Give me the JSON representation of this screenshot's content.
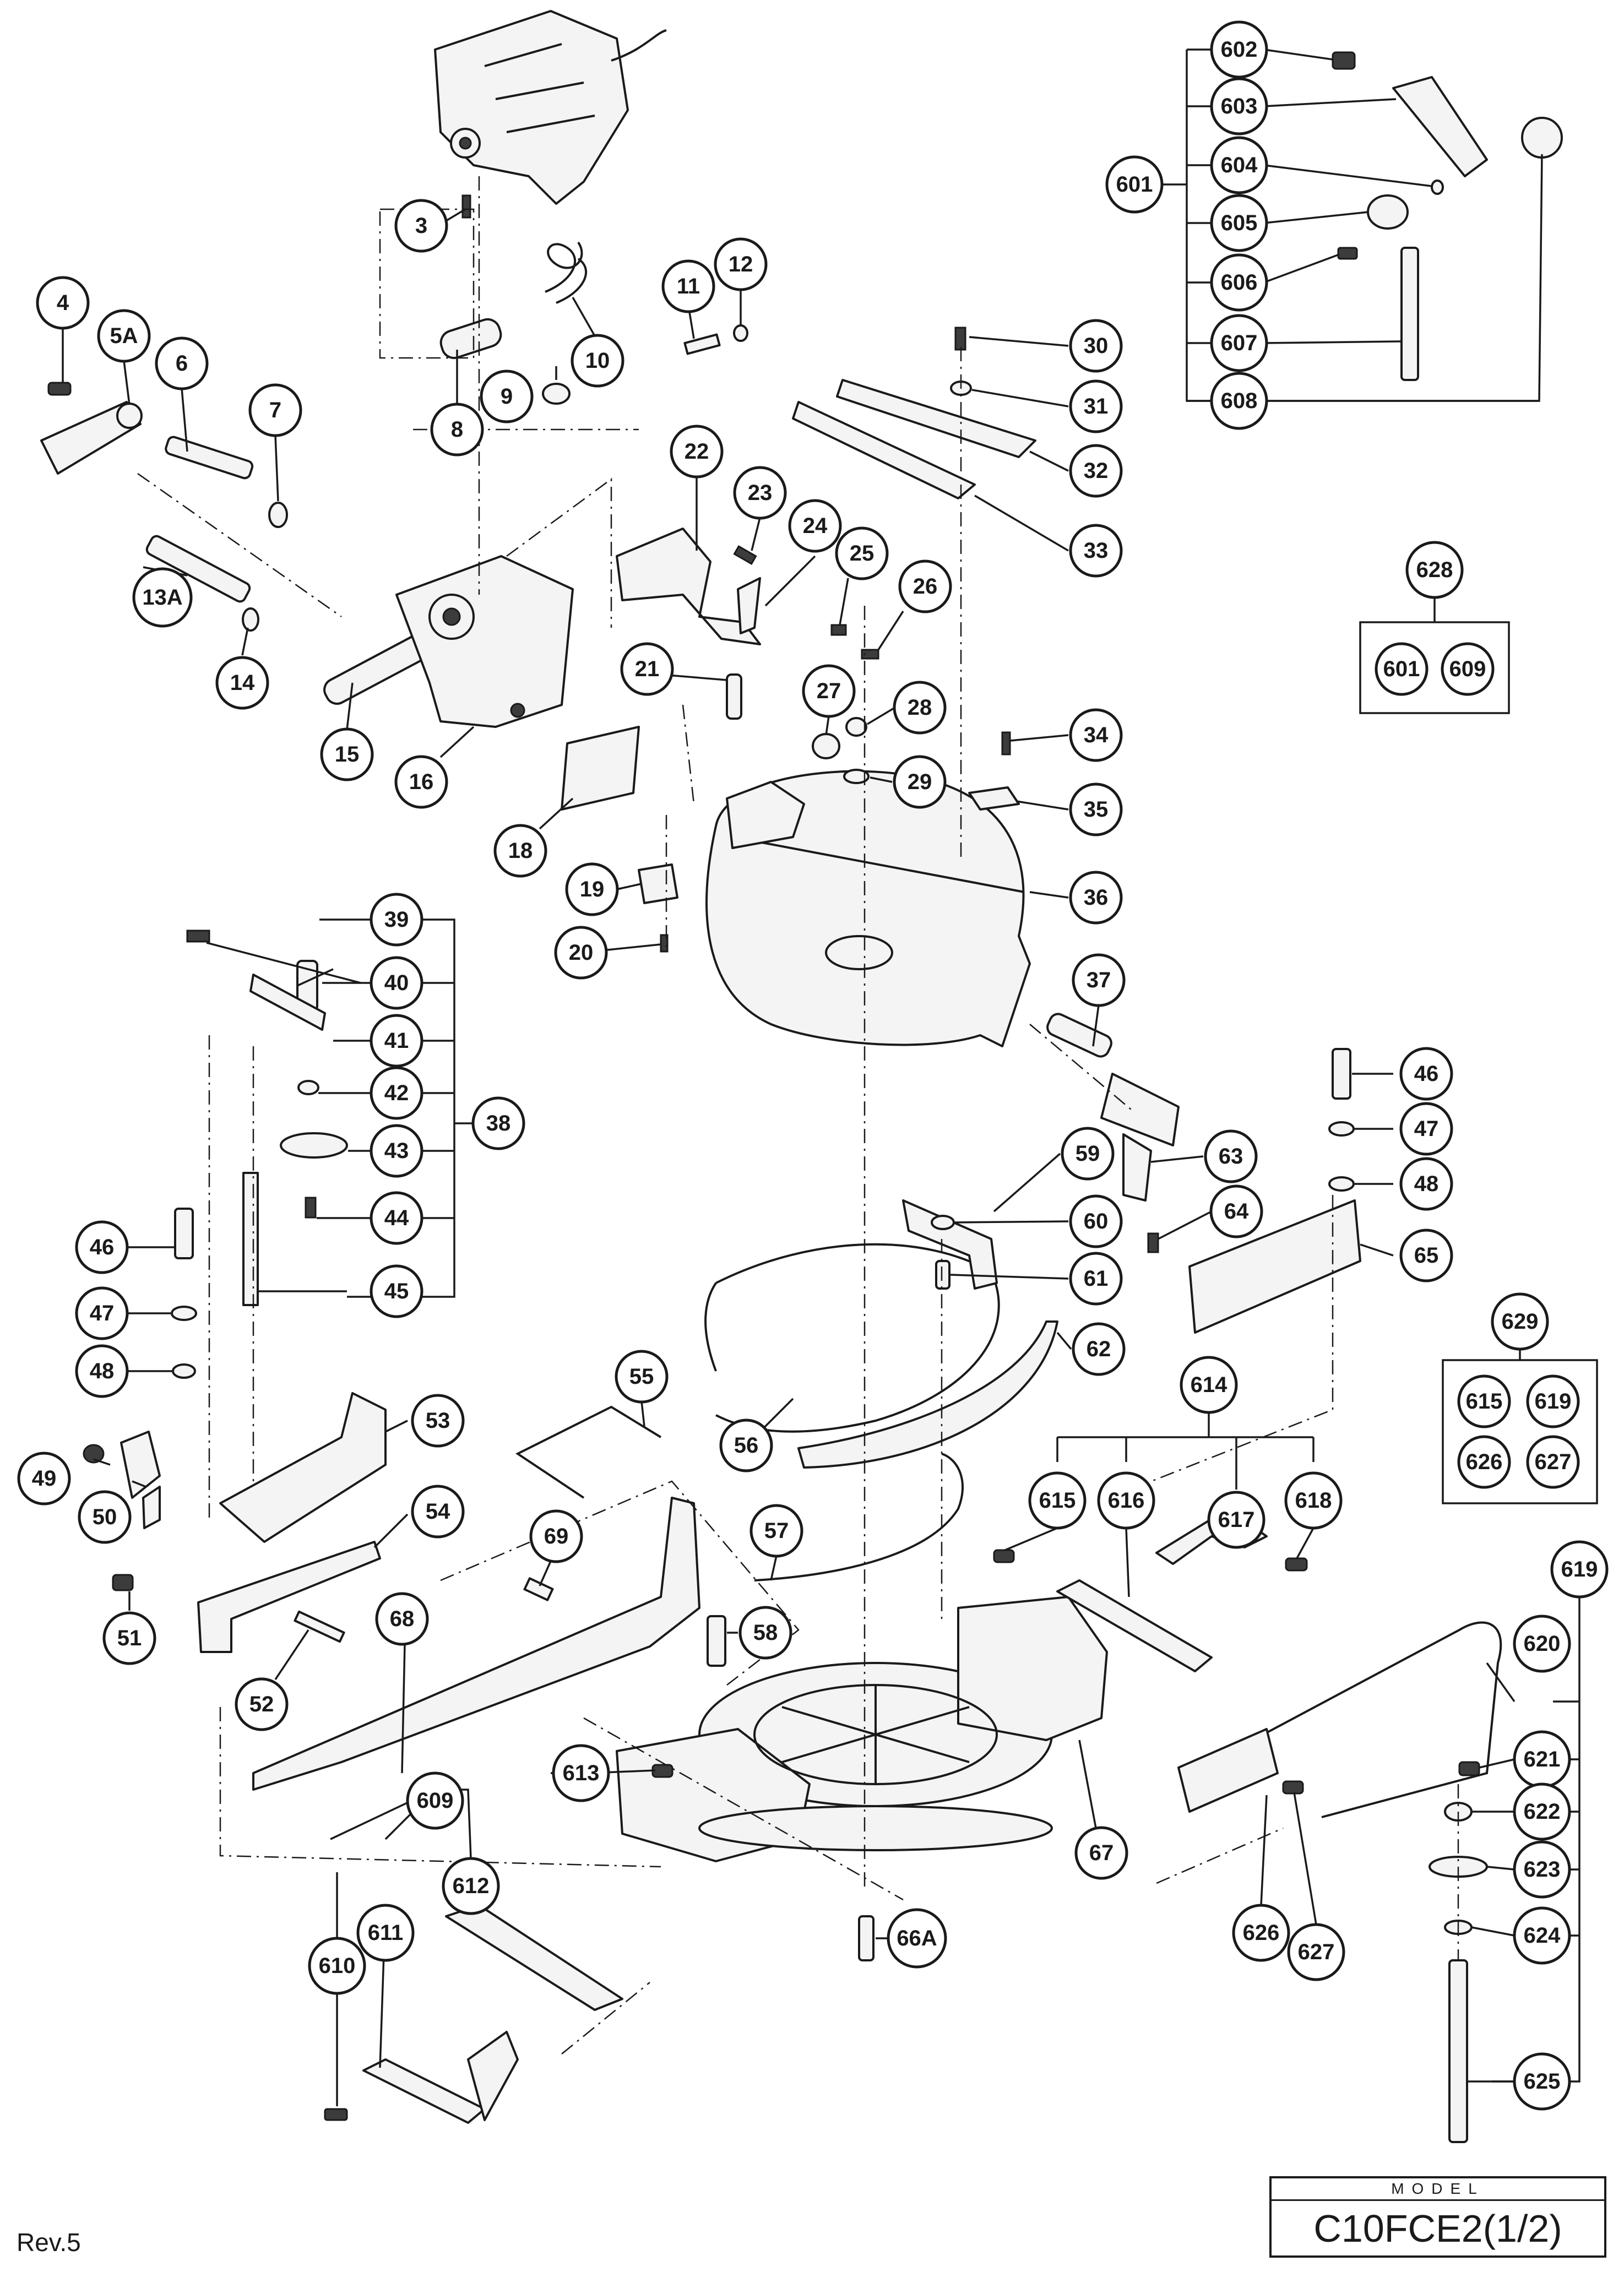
{
  "callouts": [
    {
      "id": "3"
    },
    {
      "id": "4"
    },
    {
      "id": "5A"
    },
    {
      "id": "6"
    },
    {
      "id": "7"
    },
    {
      "id": "8"
    },
    {
      "id": "9"
    },
    {
      "id": "10"
    },
    {
      "id": "11"
    },
    {
      "id": "12"
    },
    {
      "id": "13A"
    },
    {
      "id": "14"
    },
    {
      "id": "15"
    },
    {
      "id": "16"
    },
    {
      "id": "18"
    },
    {
      "id": "19"
    },
    {
      "id": "20"
    },
    {
      "id": "21"
    },
    {
      "id": "22"
    },
    {
      "id": "23"
    },
    {
      "id": "24"
    },
    {
      "id": "25"
    },
    {
      "id": "26"
    },
    {
      "id": "27"
    },
    {
      "id": "28"
    },
    {
      "id": "29"
    },
    {
      "id": "30"
    },
    {
      "id": "31"
    },
    {
      "id": "32"
    },
    {
      "id": "33"
    },
    {
      "id": "34"
    },
    {
      "id": "35"
    },
    {
      "id": "36"
    },
    {
      "id": "37"
    },
    {
      "id": "38"
    },
    {
      "id": "39"
    },
    {
      "id": "40"
    },
    {
      "id": "41"
    },
    {
      "id": "42"
    },
    {
      "id": "43"
    },
    {
      "id": "44"
    },
    {
      "id": "45"
    },
    {
      "id": "46"
    },
    {
      "id": "47"
    },
    {
      "id": "48"
    },
    {
      "id": "46"
    },
    {
      "id": "47"
    },
    {
      "id": "48"
    },
    {
      "id": "49"
    },
    {
      "id": "50"
    },
    {
      "id": "51"
    },
    {
      "id": "52"
    },
    {
      "id": "53"
    },
    {
      "id": "54"
    },
    {
      "id": "55"
    },
    {
      "id": "56"
    },
    {
      "id": "57"
    },
    {
      "id": "58"
    },
    {
      "id": "59"
    },
    {
      "id": "60"
    },
    {
      "id": "61"
    },
    {
      "id": "62"
    },
    {
      "id": "63"
    },
    {
      "id": "64"
    },
    {
      "id": "65"
    },
    {
      "id": "66A"
    },
    {
      "id": "67"
    },
    {
      "id": "68"
    },
    {
      "id": "69"
    },
    {
      "id": "601"
    },
    {
      "id": "602"
    },
    {
      "id": "603"
    },
    {
      "id": "604"
    },
    {
      "id": "605"
    },
    {
      "id": "606"
    },
    {
      "id": "607"
    },
    {
      "id": "608"
    },
    {
      "id": "609"
    },
    {
      "id": "610"
    },
    {
      "id": "611"
    },
    {
      "id": "612"
    },
    {
      "id": "613"
    },
    {
      "id": "614"
    },
    {
      "id": "615"
    },
    {
      "id": "616"
    },
    {
      "id": "617"
    },
    {
      "id": "618"
    },
    {
      "id": "619"
    },
    {
      "id": "620"
    },
    {
      "id": "621"
    },
    {
      "id": "622"
    },
    {
      "id": "623"
    },
    {
      "id": "624"
    },
    {
      "id": "625"
    },
    {
      "id": "626"
    },
    {
      "id": "627"
    },
    {
      "id": "628"
    },
    {
      "id": "601"
    },
    {
      "id": "609"
    },
    {
      "id": "629"
    },
    {
      "id": "615"
    },
    {
      "id": "619"
    },
    {
      "id": "626"
    },
    {
      "id": "627"
    }
  ],
  "footer": {
    "revision": "Rev.5",
    "model_label": "MODEL",
    "model_name": "C10FCE2(1/2)"
  }
}
